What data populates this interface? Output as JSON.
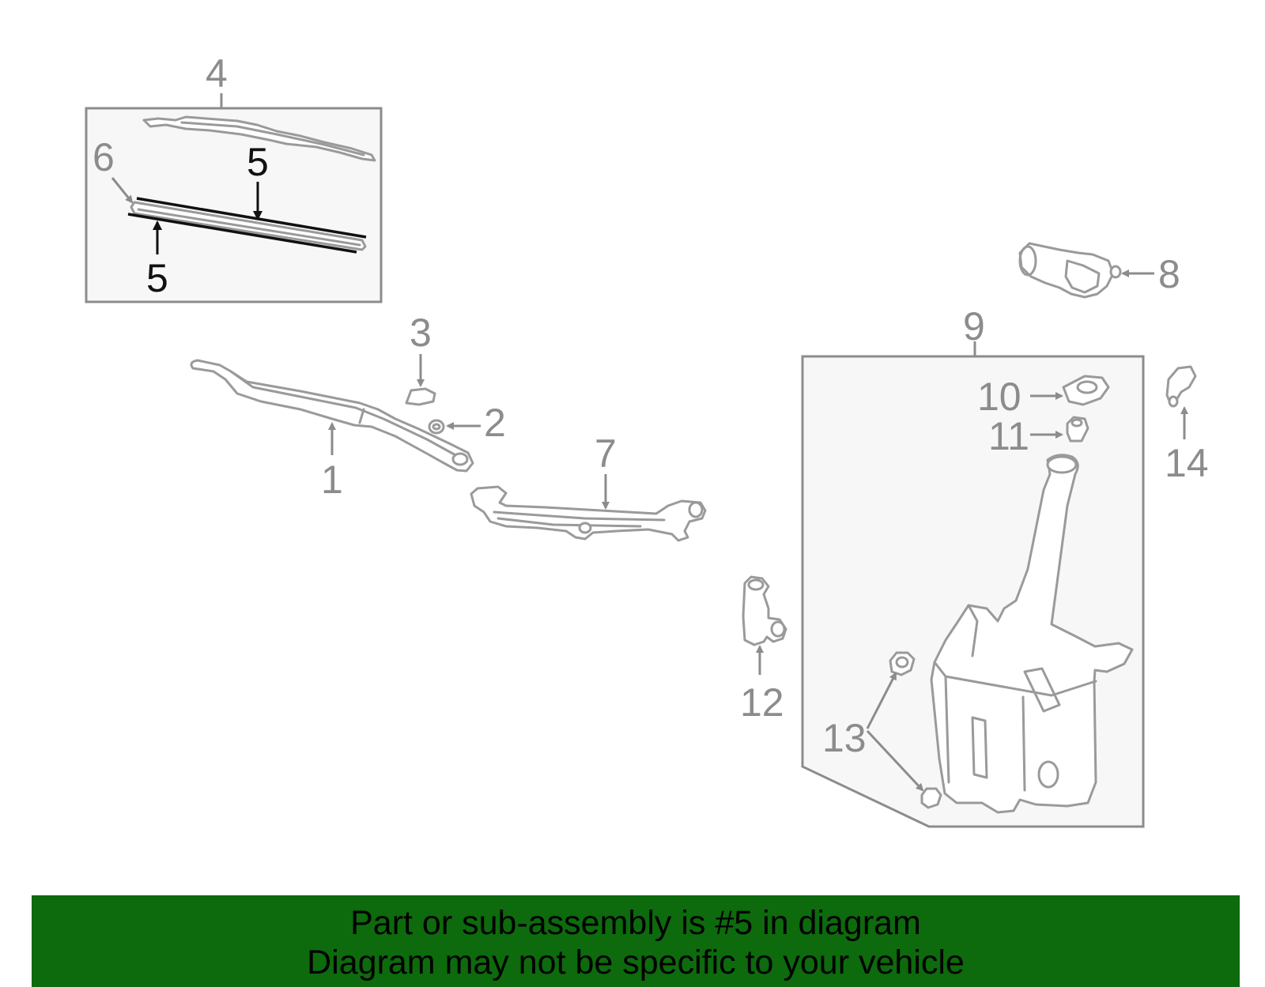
{
  "diagram": {
    "callouts": {
      "c1": "1",
      "c2": "2",
      "c3": "3",
      "c4": "4",
      "c5a": "5",
      "c5b": "5",
      "c6": "6",
      "c7": "7",
      "c8": "8",
      "c9": "9",
      "c10": "10",
      "c11": "11",
      "c12": "12",
      "c13": "13",
      "c14": "14"
    },
    "highlighted_part": "5",
    "colors": {
      "highlight": "#111111",
      "callout": "#8c8c8c",
      "part_line": "#9a9a9a",
      "banner": "#0d6a0d"
    }
  },
  "banner": {
    "line1": "Part or sub-assembly is #5 in diagram",
    "line2": "Diagram may not be specific to your vehicle"
  }
}
